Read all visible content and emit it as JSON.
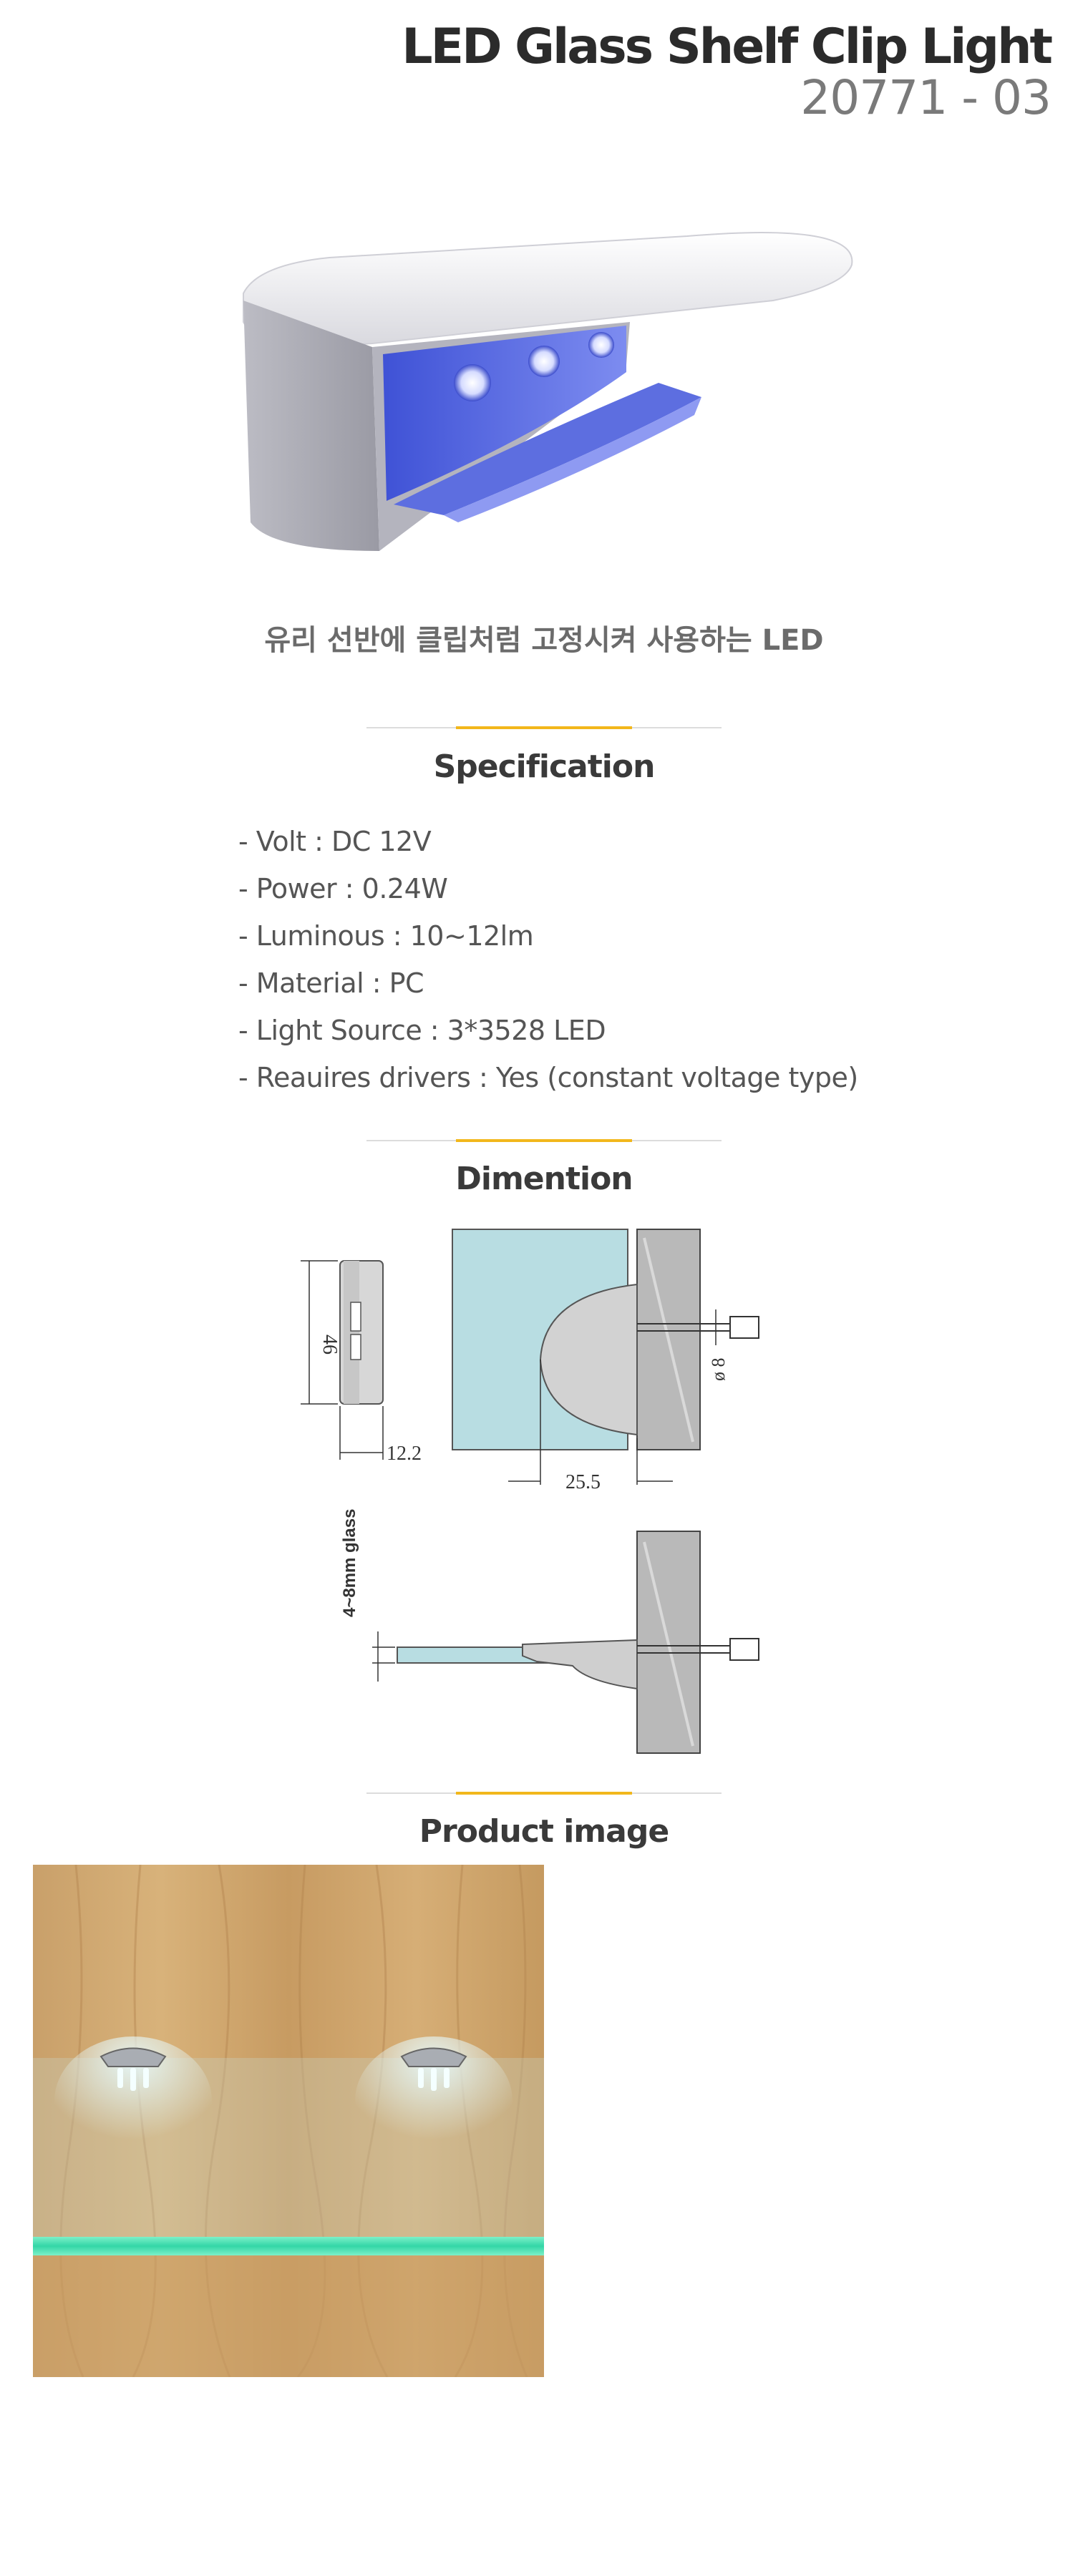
{
  "header": {
    "title": "LED Glass Shelf Clip Light",
    "code": "20771 - 03"
  },
  "caption": "유리 선반에 클립처럼 고정시켜 사용하는 LED",
  "sections": {
    "specification": "Specification",
    "dimention": "Dimention",
    "product_image": "Product image"
  },
  "specs": [
    "- Volt : DC 12V",
    "- Power : 0.24W",
    "- Luminous : 10~12lm",
    "- Material : PC",
    "- Light Source : 3*3528 LED",
    "- Reauires drivers : Yes (constant voltage type)"
  ],
  "dimensions": {
    "height": "46",
    "depth": "12.2",
    "width": "25.5",
    "diameter": "ø 8",
    "glass": "4~8mm glass"
  },
  "colors": {
    "accent": "#f2b71b",
    "divider": "#dcdcdc",
    "glass": "#b8dde2"
  }
}
